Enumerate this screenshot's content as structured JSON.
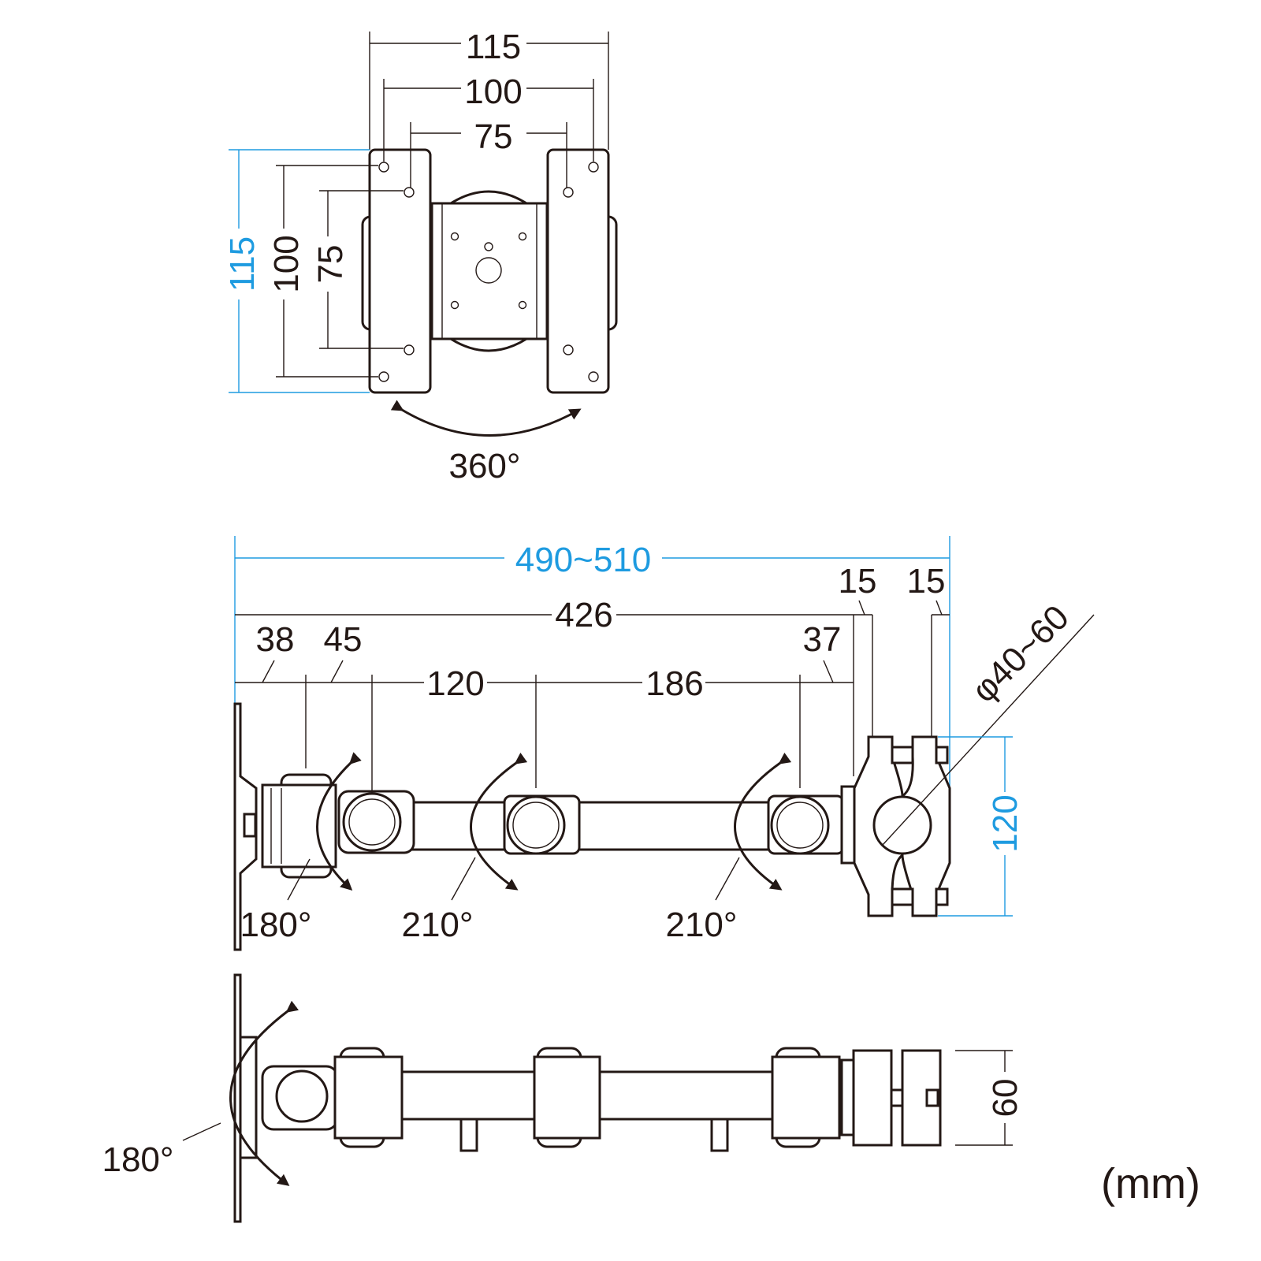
{
  "top_view": {
    "width_outer": "115",
    "width_mid": "100",
    "width_inner": "75",
    "height_outer": "115",
    "height_mid": "100",
    "height_inner": "75",
    "rotation": "360°"
  },
  "side_view": {
    "total_length": "490~510",
    "arm_length": "426",
    "clamp_gap_left": "15",
    "clamp_gap_right": "15",
    "seg1": "38",
    "seg2": "45",
    "seg3": "120",
    "seg4": "186",
    "seg5": "37",
    "pole_diameter": "φ40~60",
    "clamp_height": "120",
    "tilt_angle": "180°",
    "swivel1": "210°",
    "swivel2": "210°"
  },
  "bottom_view": {
    "tilt_angle": "180°",
    "clamp_depth": "60"
  },
  "unit": "(mm)",
  "colors": {
    "line": "#231815",
    "accent": "#1e9be0"
  }
}
